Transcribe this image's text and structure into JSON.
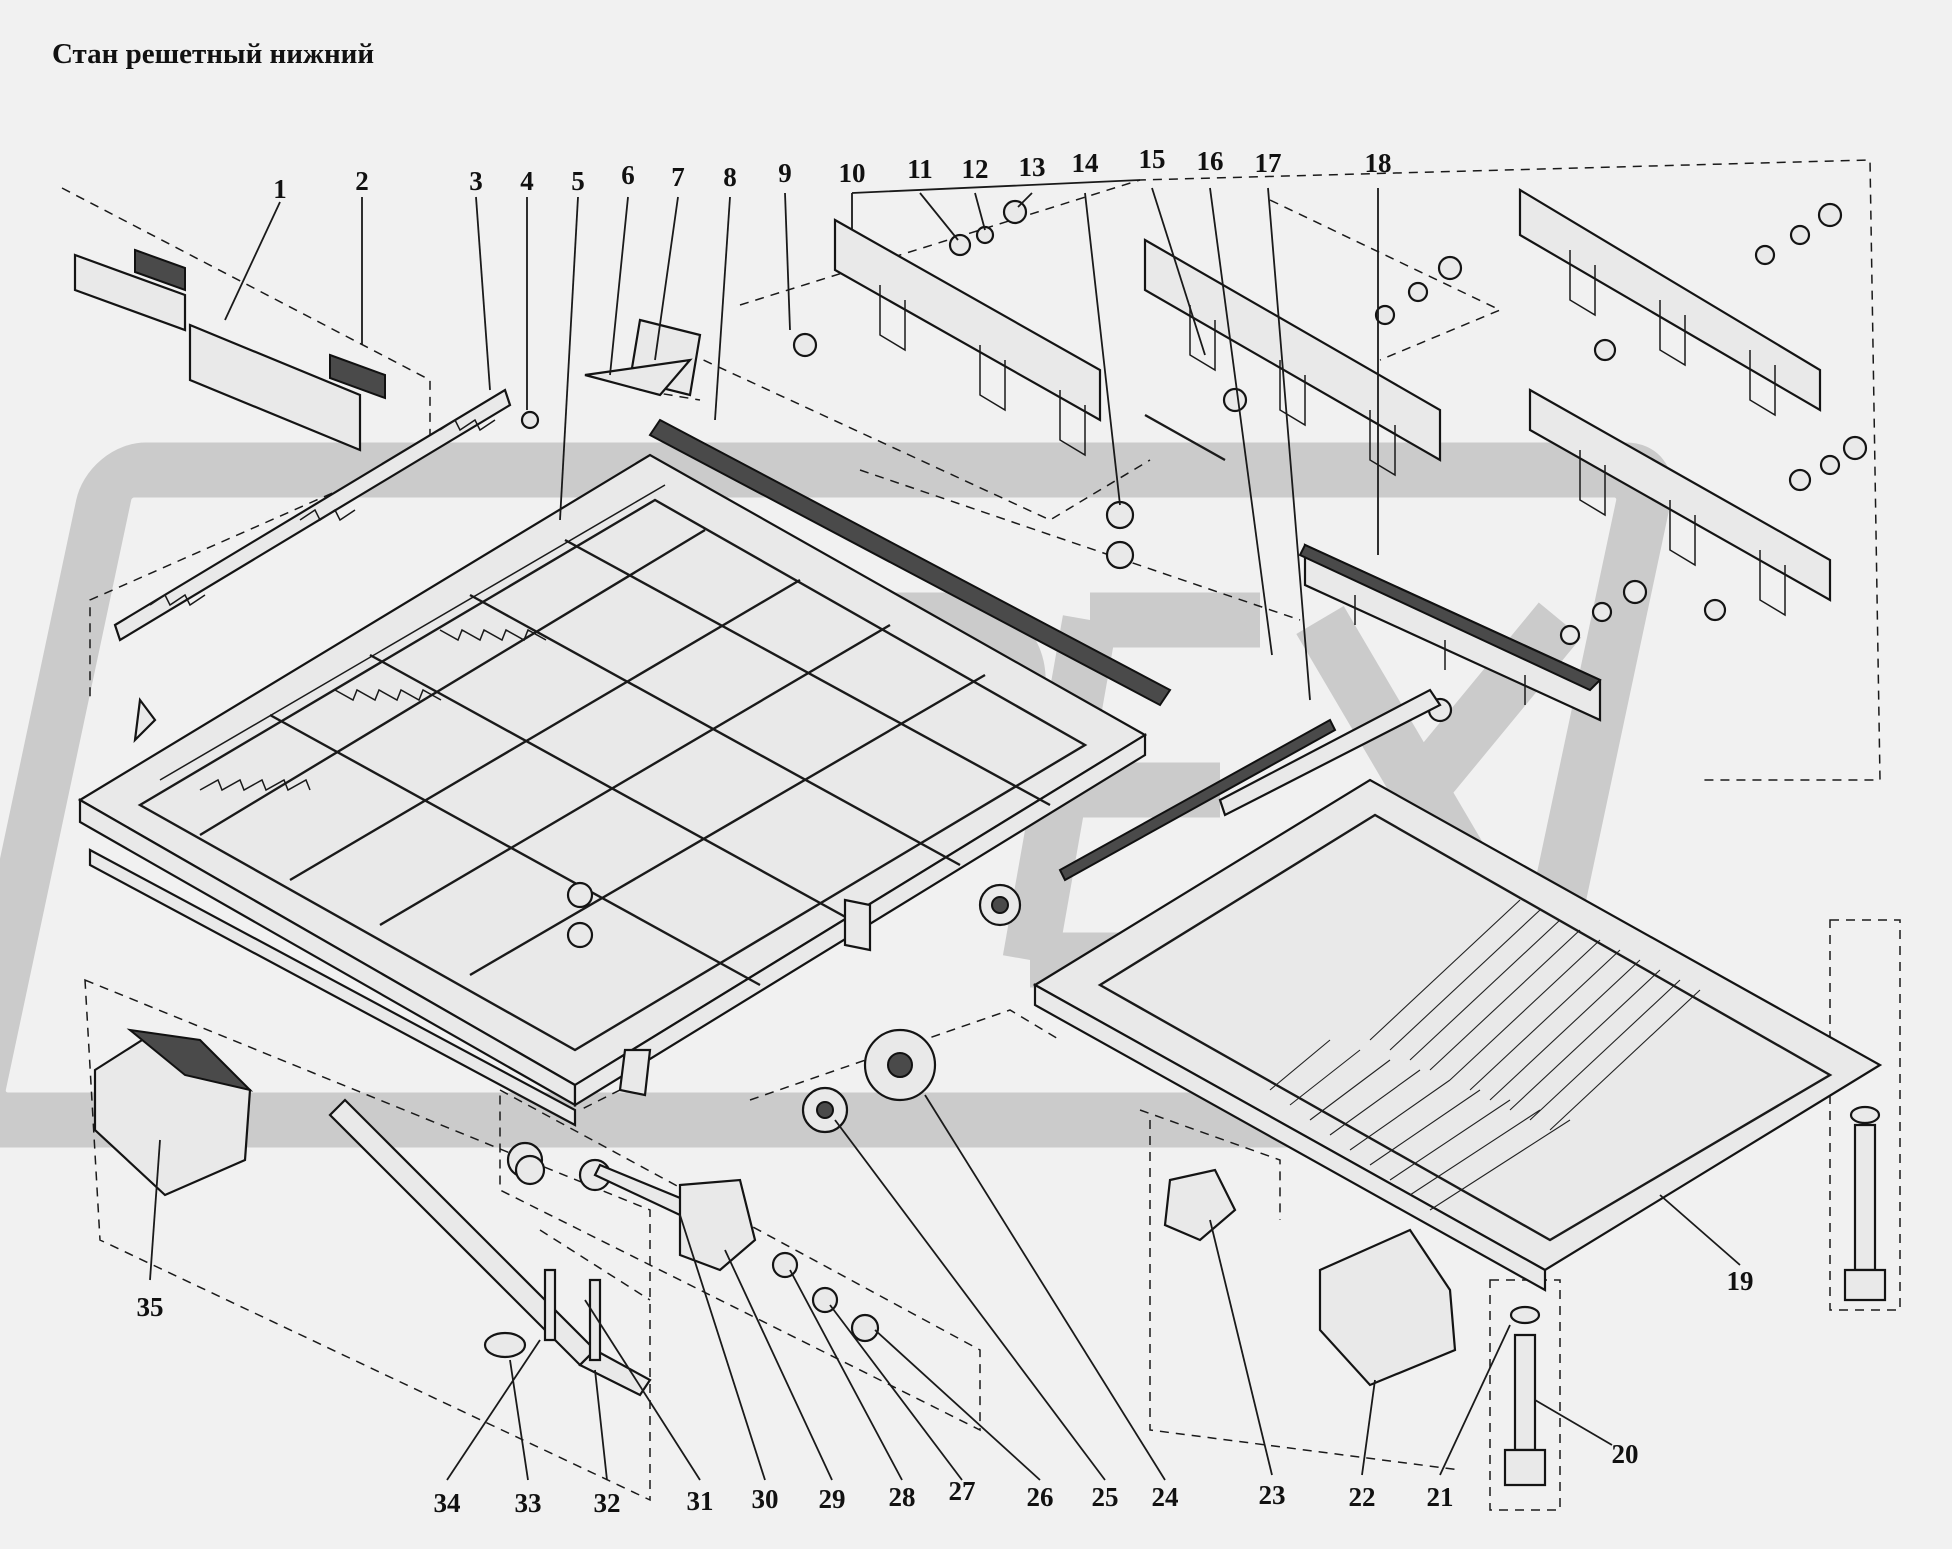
{
  "title": "Стан решетный нижний",
  "watermark": "OPEX",
  "colors": {
    "background": "#f1f1f1",
    "ink": "#111111",
    "watermark": "#c7c7c7"
  },
  "callouts": [
    "1",
    "2",
    "3",
    "4",
    "5",
    "6",
    "7",
    "8",
    "9",
    "10",
    "11",
    "12",
    "13",
    "14",
    "15",
    "16",
    "17",
    "18",
    "19",
    "20",
    "21",
    "22",
    "23",
    "24",
    "25",
    "26",
    "27",
    "28",
    "29",
    "30",
    "31",
    "32",
    "33",
    "34",
    "35"
  ]
}
